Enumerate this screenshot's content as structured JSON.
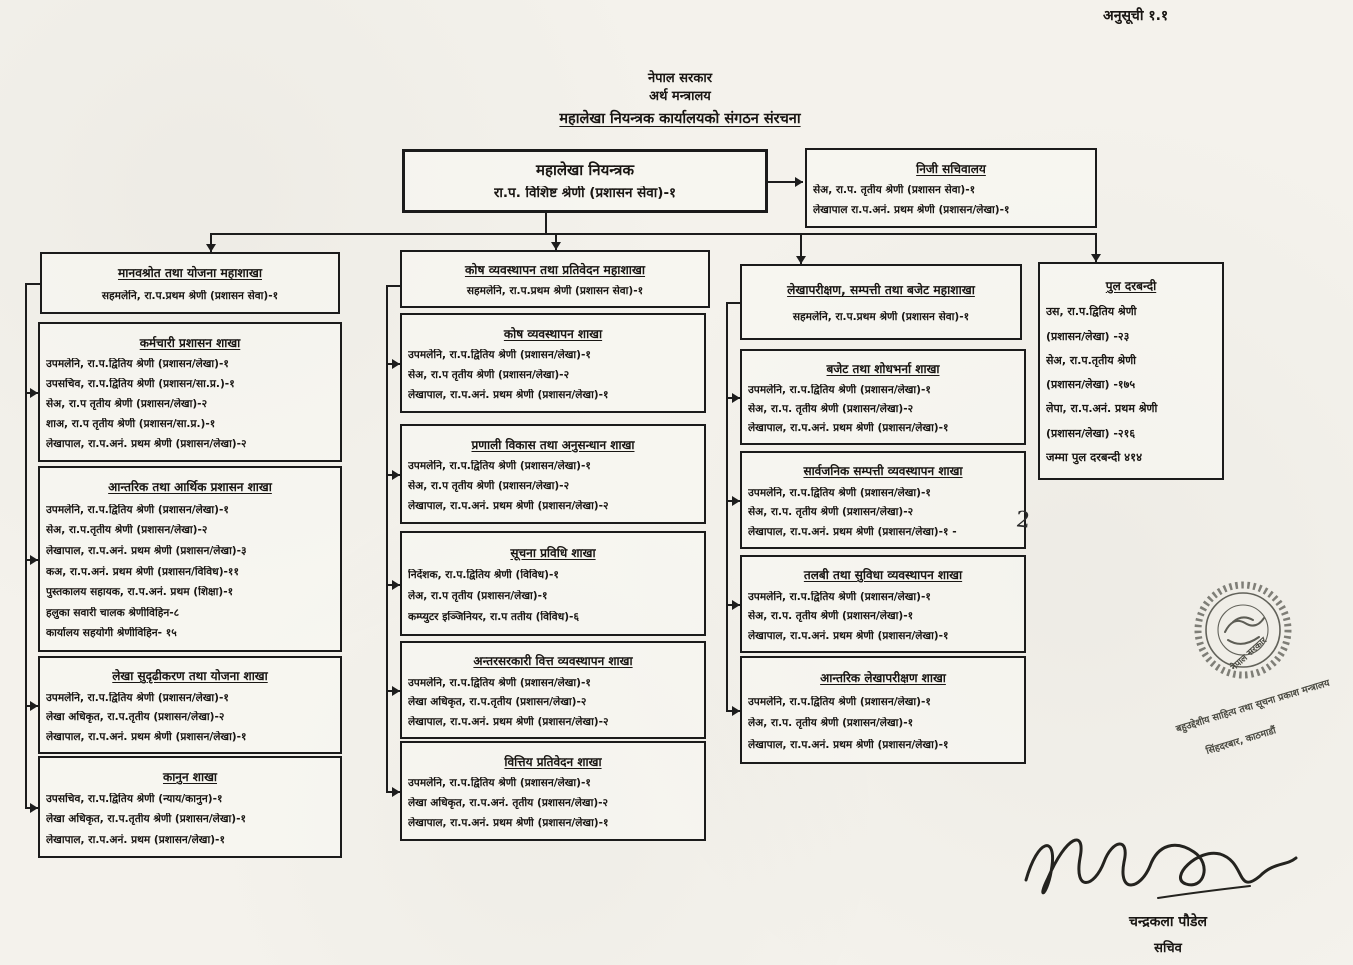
{
  "annex_label": "अनुसूची १.१",
  "header": {
    "government": "नेपाल सरकार",
    "ministry": "अर्थ मन्त्रालय",
    "title": "महालेखा नियन्त्रक कार्यालयको संगठन संरचना"
  },
  "root_box": {
    "title": "महालेखा नियन्त्रक",
    "line": "रा.प. विशिष्ट श्रेणी (प्रशासन सेवा)-१"
  },
  "secretariat_box": {
    "title": "निजी सचिवालय",
    "lines": [
      "सेअ, रा.प. तृतीय श्रेणी (प्रशासन सेवा)-१",
      "लेखापाल रा.प.अनं. प्रथम श्रेणी (प्रशासन/लेखा)-१"
    ]
  },
  "columns": [
    {
      "head": {
        "title": "मानवश्रोत तथा योजना महाशाखा",
        "lines": [
          "सहमलेनि, रा.प.प्रथम श्रेणी (प्रशासन सेवा)-१"
        ]
      },
      "boxes": [
        {
          "title": "कर्मचारी प्रशासन शाखा",
          "lines": [
            "उपमलेनि, रा.प.द्वितिय श्रेणी (प्रशासन/लेखा)-१",
            "उपसचिव, रा.प.द्वितिय श्रेणी (प्रशासन/सा.प्र.)-१",
            "सेअ, रा.प तृतीय श्रेणी (प्रशासन/लेखा)-२",
            "शाअ, रा.प तृतीय श्रेणी (प्रशासन/सा.प्र.)-१",
            "लेखापाल, रा.प.अनं. प्रथम श्रेणी (प्रशासन/लेखा)-२"
          ]
        },
        {
          "title": "आन्तरिक तथा आर्थिक प्रशासन शाखा",
          "lines": [
            "उपमलेनि, रा.प.द्वितिय श्रेणी (प्रशासन/लेखा)-१",
            "सेअ, रा.प.तृतीय श्रेणी (प्रशासन/लेखा)-२",
            "लेखापाल, रा.प.अनं. प्रथम श्रेणी (प्रशासन/लेखा)-३",
            "कअ, रा.प.अनं. प्रथम श्रेणी (प्रशासन/विविध)-११",
            "पुस्तकालय सहायक, रा.प.अनं. प्रथम (शिक्षा)-१",
            "हलुका सवारी चालक श्रेणीविहिन-८",
            "कार्यालय सहयोगी श्रेणीविहिन- १५"
          ]
        },
        {
          "title": "लेखा सुदृढीकरण तथा योजना शाखा",
          "lines": [
            "उपमलेनि, रा.प.द्वितिय श्रेणी (प्रशासन/लेखा)-१",
            "लेखा अधिकृत, रा.प.तृतीय (प्रशासन/लेखा)-२",
            "लेखापाल, रा.प.अनं. प्रथम श्रेणी (प्रशासन/लेखा)-१"
          ]
        },
        {
          "title": "कानुन शाखा",
          "lines": [
            "उपसचिव, रा.प.द्वितिय श्रेणी (न्याय/कानुन)-१",
            "लेखा अधिकृत, रा.प.तृतीय श्रेणी (प्रशासन/लेखा)-१",
            "लेखापाल, रा.प.अनं. प्रथम (प्रशासन/लेखा)-१"
          ]
        }
      ]
    },
    {
      "head": {
        "title": "कोष व्यवस्थापन तथा प्रतिवेदन महाशाखा",
        "lines": [
          "सहमलेनि, रा.प.प्रथम श्रेणी (प्रशासन सेवा)-१"
        ]
      },
      "boxes": [
        {
          "title": "कोष व्यवस्थापन शाखा",
          "lines": [
            "उपमलेनि, रा.प.द्वितिय श्रेणी (प्रशासन/लेखा)-१",
            "सेअ, रा.प तृतीय श्रेणी (प्रशासन/लेखा)-२",
            "लेखापाल, रा.प.अनं. प्रथम श्रेणी (प्रशासन/लेखा)-१"
          ]
        },
        {
          "title": "प्रणाली विकास तथा अनुसन्धान शाखा",
          "lines": [
            "उपमलेनि, रा.प.द्वितिय श्रेणी (प्रशासन/लेखा)-१",
            "सेअ, रा.प तृतीय श्रेणी (प्रशासन/लेखा)-२",
            "लेखापाल, रा.प.अनं. प्रथम श्रेणी (प्रशासन/लेखा)-२"
          ]
        },
        {
          "title": "सूचना प्रविधि शाखा",
          "lines": [
            "निर्देशक, रा.प.द्वितिय श्रेणी (विविध)-१",
            "लेअ, रा.प तृतीय (प्रशासन/लेखा)-१",
            "कम्प्युटर इञ्जिनियर, रा.प ततीय (विविध)-६"
          ]
        },
        {
          "title": "अन्तरसरकारी वित्त व्यवस्थापन शाखा",
          "lines": [
            "उपमलेनि, रा.प.द्वितिय श्रेणी (प्रशासन/लेखा)-१",
            "लेखा अधिकृत, रा.प.तृतीय (प्रशासन/लेखा)-२",
            "लेखापाल, रा.प.अनं. प्रथम श्रेणी (प्रशासन/लेखा)-२"
          ]
        },
        {
          "title": "वित्तिय प्रतिवेदन शाखा",
          "lines": [
            "उपमलेनि, रा.प.द्वितिय श्रेणी (प्रशासन/लेखा)-१",
            "लेखा अधिकृत, रा.प.अनं. तृतीय (प्रशासन/लेखा)-२",
            "लेखापाल, रा.प.अनं. प्रथम श्रेणी (प्रशासन/लेखा)-१"
          ]
        }
      ]
    },
    {
      "head": {
        "title": "लेखापरीक्षण, सम्पत्ती तथा बजेट महाशाखा",
        "lines": [
          "सहमलेनि, रा.प.प्रथम श्रेणी (प्रशासन सेवा)-१"
        ]
      },
      "boxes": [
        {
          "title": "बजेट तथा शोधभर्ना शाखा",
          "lines": [
            "उपमलेनि, रा.प.द्वितिय श्रेणी (प्रशासन/लेखा)-१",
            "सेअ, रा.प. तृतीय श्रेणी (प्रशासन/लेखा)-२",
            "लेखापाल, रा.प.अनं. प्रथम श्रेणी (प्रशासन/लेखा)-१"
          ]
        },
        {
          "title": "सार्वजनिक सम्पत्ती व्यवस्थापन शाखा",
          "lines": [
            "उपमलेनि, रा.प.द्वितिय श्रेणी (प्रशासन/लेखा)-१",
            "सेअ, रा.प. तृतीय श्रेणी (प्रशासन/लेखा)-२",
            "लेखापाल, रा.प.अनं. प्रथम श्रेणी (प्रशासन/लेखा)-१ -"
          ]
        },
        {
          "title": "तलबी तथा सुविधा व्यवस्थापन शाखा",
          "lines": [
            "उपमलेनि, रा.प.द्वितिय श्रेणी (प्रशासन/लेखा)-१",
            "सेअ, रा.प. तृतीय श्रेणी (प्रशासन/लेखा)-१",
            "लेखापाल, रा.प.अनं. प्रथम श्रेणी (प्रशासन/लेखा)-१"
          ]
        },
        {
          "title": "आन्तरिक  लेखापरीक्षण शाखा",
          "lines": [
            "उपमलेनि, रा.प.द्वितिय श्रेणी (प्रशासन/लेखा)-१",
            "लेअ, रा.प. तृतीय श्रेणी (प्रशासन/लेखा)-१",
            "लेखापाल, रा.प.अनं. प्रथम श्रेणी (प्रशासन/लेखा)-१"
          ]
        }
      ]
    }
  ],
  "pool_box": {
    "title": "पुल दरबन्दी",
    "lines": [
      "उस, रा.प.द्वितिय श्रेणी",
      "(प्रशासन/लेखा)    -२३",
      "सेअ, रा.प.तृतीय श्रेणी",
      "(प्रशासन/लेखा)    -१७५",
      "लेपा, रा.प.अनं. प्रथम श्रेणी",
      "(प्रशासन/लेखा)    -२१६",
      "जम्मा पुल दरबन्दी ४१४"
    ]
  },
  "handwritten_note": "2",
  "stamp": {
    "label_government": "नेपाल सरकार",
    "caption_line1": "बहुउद्देशीय साहित्य तथा सूचना प्रकाश मन्त्रालय",
    "caption_line2": "सिंहदरबार, काठमाडौं"
  },
  "signature": {
    "name": "चन्द्रकला पौडेल",
    "post": "सचिव"
  },
  "ink_color": "#1d1d1d"
}
